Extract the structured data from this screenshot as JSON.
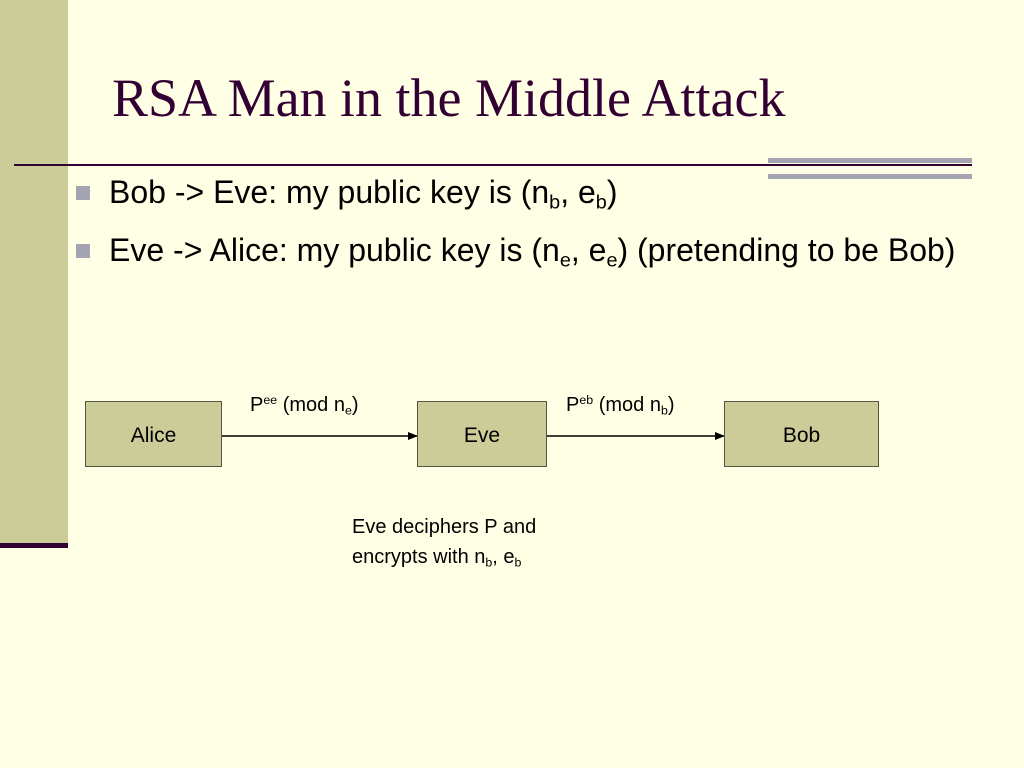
{
  "slide": {
    "title": "RSA Man in the Middle Attack"
  },
  "bullets": [
    {
      "text_1": "Bob -> Eve: my public key is (n",
      "sub_1": "b",
      "text_2": ", e",
      "sub_2": "b",
      "text_3": ")"
    },
    {
      "text_1": "Eve -> Alice: my public key is (n",
      "sub_1": "e",
      "text_2": ", e",
      "sub_2": "e",
      "text_3": ") (pretending to be Bob)"
    }
  ],
  "diagram": {
    "nodes": {
      "alice": "Alice",
      "eve": "Eve",
      "bob": "Bob"
    },
    "edges": [
      {
        "from": "Alice",
        "to": "Eve",
        "base": "P",
        "sup": "ee",
        "text": " (mod n",
        "sub": "e",
        "close": ")"
      },
      {
        "from": "Eve",
        "to": "Bob",
        "base": "P",
        "sup": "eb",
        "text": " (mod n",
        "sub": "b",
        "close": ")"
      }
    ],
    "note": {
      "line1": "Eve deciphers P and",
      "line2": "encrypts with n",
      "sub_1": "b",
      "sep": ", e",
      "sub_2": "b"
    }
  }
}
